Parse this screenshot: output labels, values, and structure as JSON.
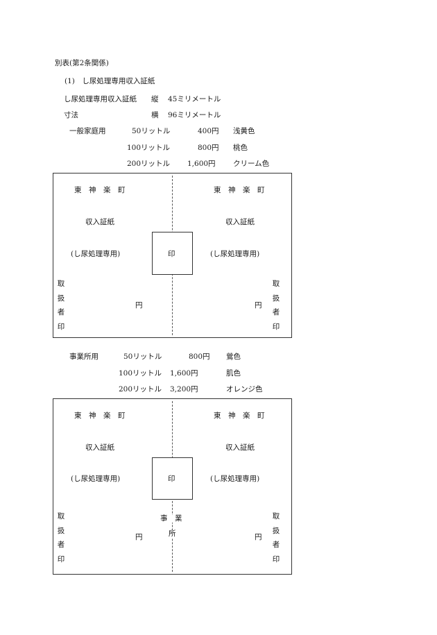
{
  "heading": "別表(第2条関係)",
  "section_title": "(1)　し尿処理専用収入証紙",
  "dimensions": {
    "label_line1": "し尿処理専用収入証紙",
    "label_line2": "寸法",
    "vertical_label": "縦",
    "vertical_value": "45ミリメートル",
    "horizontal_label": "横",
    "horizontal_value": "96ミリメートル"
  },
  "household": {
    "category": "一般家庭用",
    "rows": [
      {
        "volume": "50リットル",
        "price": "400円",
        "color": "浅黄色"
      },
      {
        "volume": "100リットル",
        "price": "800円",
        "color": "桃色"
      },
      {
        "volume": "200リットル",
        "price": "1,600円",
        "color": "クリーム色"
      }
    ]
  },
  "business": {
    "category": "事業所用",
    "rows": [
      {
        "volume": "50リットル",
        "price": "800円",
        "color": "鶯色"
      },
      {
        "volume": "100リットル",
        "price": "1,600円",
        "color": "肌色"
      },
      {
        "volume": "200リットル",
        "price": "3,200円",
        "color": "オレンジ色"
      }
    ]
  },
  "stamp": {
    "town": "東　神　楽　町",
    "title": "収入証紙",
    "subtitle": "(し尿処理専用)",
    "seal": "印",
    "handler": "取扱者印",
    "yen": "円",
    "office": "事　業",
    "office2": "所"
  }
}
